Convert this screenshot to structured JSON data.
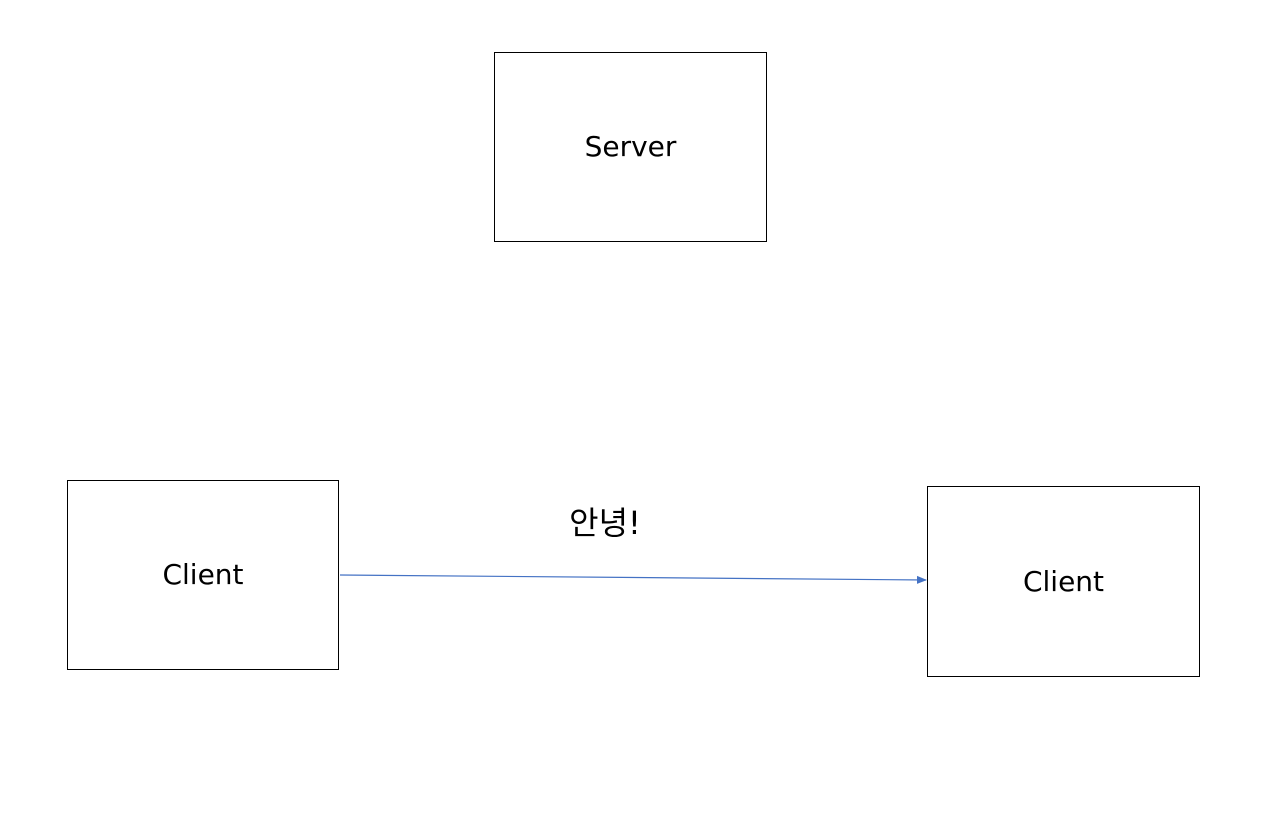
{
  "server": {
    "label": "Server"
  },
  "client_left": {
    "label": "Client"
  },
  "client_right": {
    "label": "Client"
  },
  "message": {
    "label": "안녕!"
  },
  "colors": {
    "arrow": "#4472C4",
    "box_border": "#000000",
    "text": "#000000"
  }
}
